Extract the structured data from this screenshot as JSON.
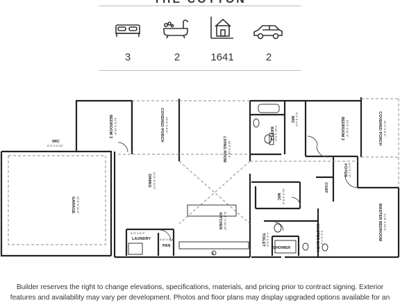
{
  "header": {
    "title": "THE COTTON"
  },
  "stats": [
    {
      "icon": "bed-icon",
      "value": "3"
    },
    {
      "icon": "bathtub-icon",
      "value": "2"
    },
    {
      "icon": "house-icon",
      "value": "1641"
    },
    {
      "icon": "car-icon",
      "value": "2"
    }
  ],
  "rooms": {
    "wic_left": "WIC",
    "wic_left_dim": "6'-0\" X 4'-10\"",
    "bedroom3": "BEDROOM 3",
    "bedroom3_dim": "10'-0\" X 10'-8\"",
    "covered_porch_top": "COVERED PORCH",
    "covered_porch_top_dim": "10'-0\" X 8'-0\"",
    "living": "LIVING ROOM",
    "living_dim": "18'-5\" X 16'-0\"",
    "bath2": "BATH 2",
    "bath2_dim": "5'-10\" X 9'-0\"",
    "wic_mid": "WIC",
    "wic_mid_dim": "6'-3\" X 4'-0\"",
    "bedroom2": "BEDROOM 2",
    "bedroom2_dim": "10'-0\" X 11'-0\"",
    "covered_porch_right": "COVERED PORCH",
    "covered_porch_right_dim": "10'-3\" X 6'-0\"",
    "dining": "DINING",
    "dining_dim": "10'-0\" X 12'-0\"",
    "garage": "GARAGE",
    "garage_dim": "20'-0\" X 21'-5\"",
    "kitchen": "KITCHEN",
    "kitchen_dim": "11'-1\" X 16'-10\"",
    "wic_master": "WIC",
    "wic_master_dim": "10'-3\" X 6'-4\"",
    "coat": "COAT",
    "foyer": "FOYER",
    "foyer_dim": "6'-1\" X 7'-0\"",
    "master_bedroom": "MASTER BEDROOM",
    "master_bedroom_dim": "12'-8\" X 15'-0\"",
    "laundry": "LAUNDRY",
    "laundry_dim": "5'-9\" X 5'-2\"",
    "pan": "PAN",
    "pan_dim": "4'-6\" X 5'-0\"",
    "toilet": "TOILET",
    "toilet_dim": "3'-4\" X 5'-0\"",
    "shower": "SHOWER",
    "master_bath": "MASTER BATH",
    "master_bath_dim": "9'-2\" X 7'-4\"",
    "fridge": "R"
  },
  "disclaimer": {
    "line1": "Builder reserves the right to change elevations, specifications, materials, and pricing prior to contract signing. Exterior",
    "line2": "features and availability may vary per development. Photos and floor plans may display upgraded options available for an"
  }
}
